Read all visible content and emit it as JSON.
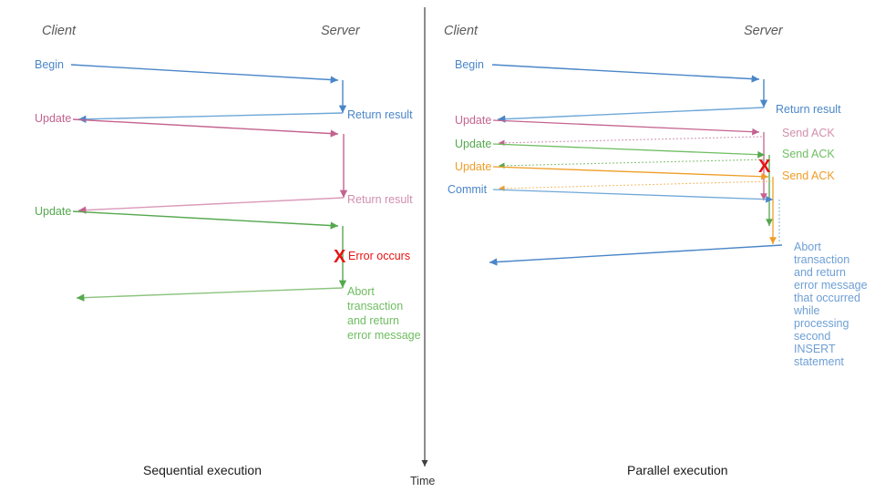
{
  "colors": {
    "blue": "#4a86c8",
    "pink": "#c4638f",
    "green": "#55a84f",
    "green_light": "#7cc06f",
    "orange": "#ef9d28",
    "red": "#e81212",
    "header_gray": "#595959",
    "divider": "#404040",
    "caption_black": "#1a1a1a"
  },
  "divider": {
    "time_label": "Time"
  },
  "left_panel": {
    "caption": "Sequential execution",
    "lanes": {
      "client": "Client",
      "server": "Server"
    },
    "messages": [
      {
        "label": "Begin",
        "color_key": "blue",
        "side": "client"
      },
      {
        "label": "Update",
        "color_key": "pink",
        "side": "client"
      },
      {
        "label": "Update",
        "color_key": "green",
        "side": "client"
      }
    ],
    "server_notes": [
      {
        "label": "Return result",
        "color_key": "blue"
      },
      {
        "label": "Return result",
        "color_key": "pink"
      }
    ],
    "error": {
      "marker": "X",
      "label": "Error occurs"
    },
    "abort_note": {
      "color_key": "green",
      "lines": [
        "Abort",
        "transaction",
        "and return",
        "error message"
      ]
    }
  },
  "right_panel": {
    "caption": "Parallel execution",
    "lanes": {
      "client": "Client",
      "server": "Server"
    },
    "messages": [
      {
        "label": "Begin",
        "color_key": "blue",
        "side": "client"
      },
      {
        "label": "Update",
        "color_key": "pink",
        "side": "client"
      },
      {
        "label": "Update",
        "color_key": "green",
        "side": "client"
      },
      {
        "label": "Update",
        "color_key": "orange",
        "side": "client"
      },
      {
        "label": "Commit",
        "color_key": "blue",
        "side": "client"
      }
    ],
    "server_notes": [
      {
        "label": "Return result",
        "color_key": "blue"
      },
      {
        "label": "Send ACK",
        "color_key": "pink"
      },
      {
        "label": "Send ACK",
        "color_key": "green"
      },
      {
        "label": "Send ACK",
        "color_key": "orange"
      }
    ],
    "error": {
      "marker": "X"
    },
    "abort_note": {
      "color_key": "blue",
      "lines": [
        "Abort",
        "transaction",
        "and return",
        "error message",
        "that occurred",
        "while",
        "processing",
        "second",
        "INSERT",
        "statement"
      ]
    }
  }
}
